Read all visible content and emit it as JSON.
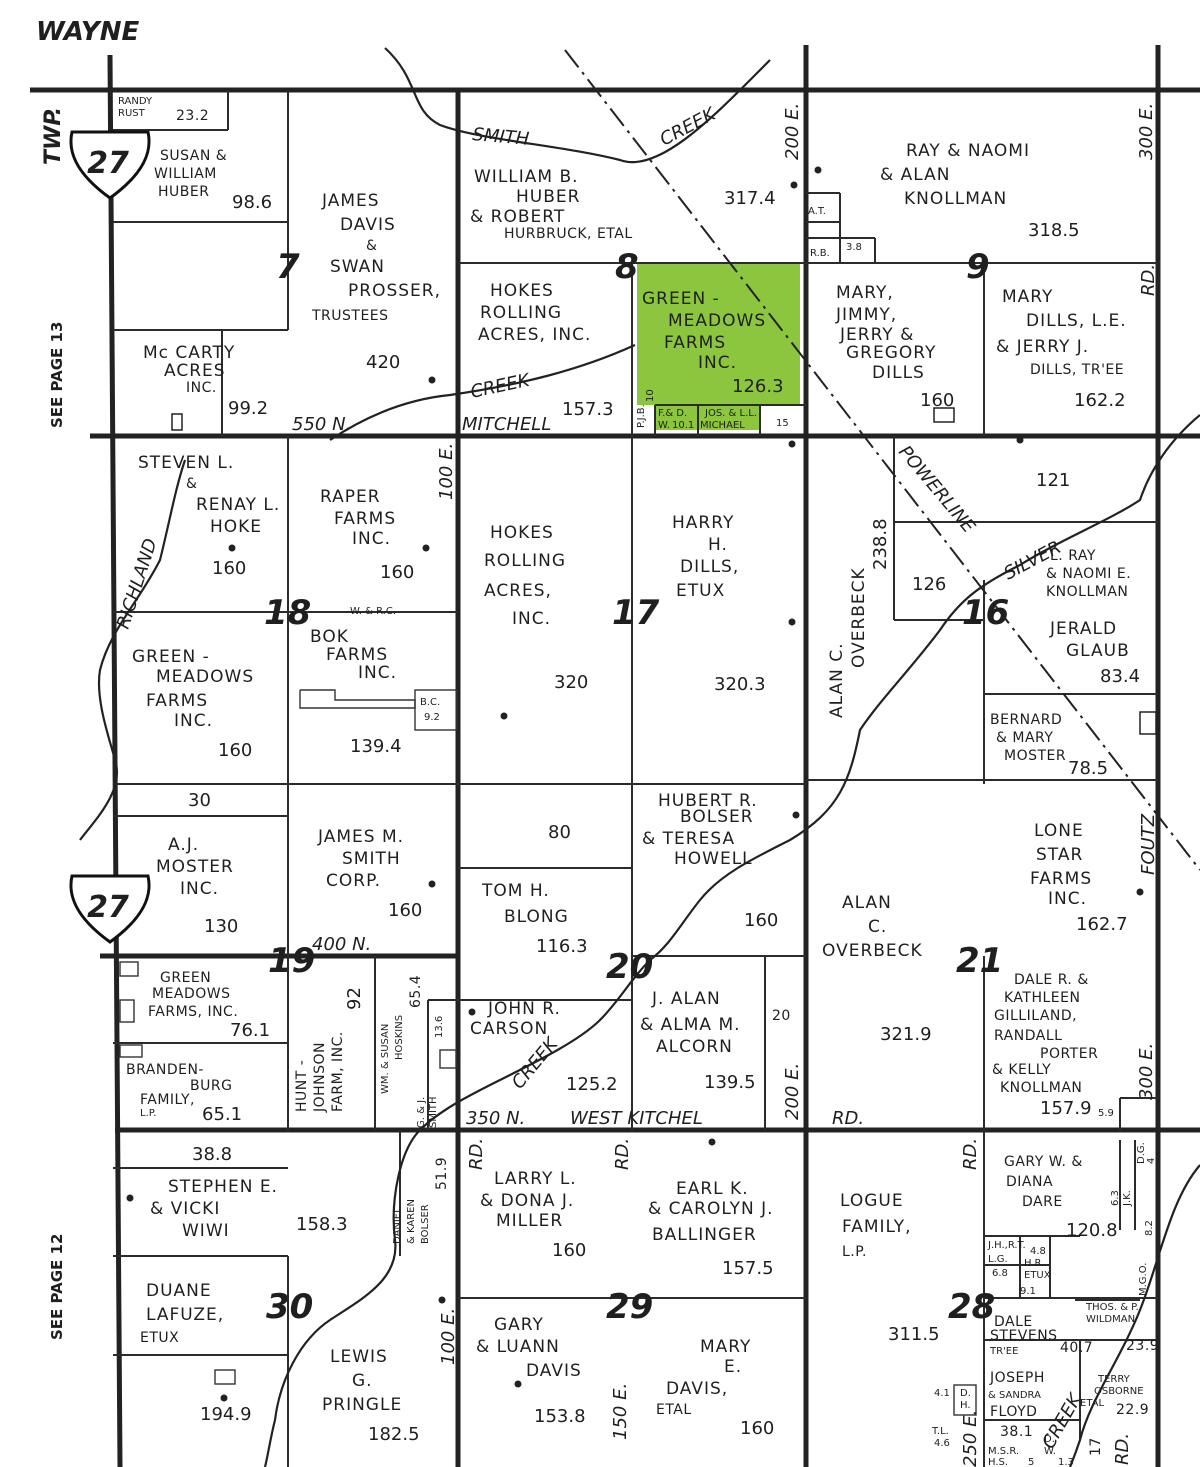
{
  "header": {
    "township": "WAYNE",
    "twp_label": "TWP."
  },
  "side_labels": {
    "upper": "SEE PAGE 13",
    "lower": "SEE PAGE 12"
  },
  "highways": [
    {
      "route": "27"
    },
    {
      "route": "27"
    }
  ],
  "highlight_color": "#8cc63f",
  "roads": {
    "r550n": "550 N.",
    "mitchell": "MITCHELL",
    "r400n": "400 N.",
    "r350n": "350 N.",
    "west_kitchel": "WEST  KITCHEL",
    "rd": "RD.",
    "r100e_upper": "100 E.",
    "r100e_lower": "100 E.",
    "r200e_upper": "200 E.",
    "r200e_lower": "200 E.",
    "r300e_upper": "300 E.",
    "r300e_lower": "300 E.",
    "r150e": "150 E.",
    "r250e": "250 E.",
    "foutz": "FOUTZ",
    "rd_a": "RD.",
    "rd_b": "RD.",
    "rd_c": "RD.",
    "rd_d": "RD.",
    "rd_e": "RD."
  },
  "features": {
    "smith_creek_a": "SMITH",
    "smith_creek_b": "CREEK",
    "mitchell_creek": "CREEK",
    "richland": "RICHLAND",
    "powerline": "POWERLINE",
    "silver": "SILVER",
    "creek_lower": "CREEK",
    "creek_bottom": "CREEK"
  },
  "sections": {
    "s7": "7",
    "s8": "8",
    "s9": "9",
    "s16": "16",
    "s17": "17",
    "s18": "18",
    "s19": "19",
    "s20": "20",
    "s21": "21",
    "s28": "28",
    "s29": "29",
    "s30": "30"
  },
  "parcels": {
    "randy_rust": {
      "l1": "RANDY",
      "l2": "RUST",
      "acres": "23.2"
    },
    "susan_huber": {
      "l1": "SUSAN &",
      "l2": "WILLIAM",
      "l3": "HUBER",
      "acres": "98.6"
    },
    "james_davis": {
      "l1": "JAMES",
      "l2": "DAVIS",
      "l3": "&",
      "l4": "SWAN",
      "l5": "PROSSER,",
      "l6": "TRUSTEES",
      "acres": "420"
    },
    "mccarty": {
      "l1": "Mc CARTY",
      "l2": "ACRES",
      "l3": "INC.",
      "acres": "99.2"
    },
    "william_huber": {
      "l1": "WILLIAM B.",
      "l2": "HUBER",
      "l3": "& ROBERT",
      "l4": "HURBRUCK, ETAL",
      "acres": "317.4"
    },
    "hokes_8": {
      "l1": "HOKES",
      "l2": "ROLLING",
      "l3": "ACRES, INC.",
      "acres": "157.3"
    },
    "green_meadows_8": {
      "l1": "GREEN -",
      "l2": "MEADOWS",
      "l3": "FARMS",
      "l4": "INC.",
      "acres": "126.3"
    },
    "pjb": {
      "l1": "P.J.B.",
      "acres": "10"
    },
    "fd_w": {
      "l1": "F.& D.",
      "l2": "W.",
      "acres": "10.1"
    },
    "jos_michael": {
      "l1": "JOS. & L.L.",
      "l2": "MICHAEL",
      "acres": "15"
    },
    "knollman_9": {
      "l1": "RAY & NAOMI",
      "l2": "&  ALAN",
      "l3": "KNOLLMAN",
      "acres": "318.5"
    },
    "at": {
      "l1": "A.T."
    },
    "rb": {
      "l1": "R.B.",
      "acres": "3.8"
    },
    "mary_jimmy": {
      "l1": "MARY,",
      "l2": "JIMMY,",
      "l3": "JERRY &",
      "l4": "GREGORY",
      "l5": "DILLS",
      "acres": "160"
    },
    "mary_dills": {
      "l1": "MARY",
      "l2": "DILLS, L.E.",
      "l3": "& JERRY J.",
      "l4": "DILLS, TR'EE",
      "acres": "162.2"
    },
    "steven_hoke": {
      "l1": "STEVEN L.",
      "l2": "&",
      "l3": "RENAY L.",
      "l4": "HOKE",
      "acres": "160"
    },
    "raper": {
      "l1": "RAPER",
      "l2": "FARMS",
      "l3": "INC.",
      "acres": "160"
    },
    "green_meadows_18": {
      "l1": "GREEN -",
      "l2": "MEADOWS",
      "l3": "FARMS",
      "l4": "INC.",
      "acres": "160"
    },
    "bok": {
      "l1": "BOK",
      "l2": "FARMS",
      "l3": "INC.",
      "acres": "139.4"
    },
    "wbrc": {
      "l1": "W. & R.C."
    },
    "bc": {
      "l1": "B.C.",
      "acres": "9.2"
    },
    "p30": {
      "acres": "30"
    },
    "hokes_17": {
      "l1": "HOKES",
      "l2": "ROLLING",
      "l3": "ACRES,",
      "l4": "INC.",
      "acres": "320"
    },
    "harry_dills": {
      "l1": "HARRY",
      "l2": "H.",
      "l3": "DILLS,",
      "l4": "ETUX",
      "acres": "320.3"
    },
    "alan_overbeck_16": {
      "l1": "ALAN C.",
      "l2": "OVERBECK",
      "acres": "238.8"
    },
    "p121": {
      "acres": "121"
    },
    "p126": {
      "acres": "126"
    },
    "ray_knollman": {
      "l1": "L. RAY",
      "l2": "& NAOMI E.",
      "l3": "KNOLLMAN"
    },
    "jerald_glaub": {
      "l1": "JERALD",
      "l2": "GLAUB",
      "acres": "83.4"
    },
    "bernard_moster": {
      "l1": "BERNARD",
      "l2": "& MARY",
      "l3": "MOSTER",
      "acres": "78.5"
    },
    "aj_moster": {
      "l1": "A.J.",
      "l2": "MOSTER",
      "l3": "INC.",
      "acres": "130"
    },
    "james_smith": {
      "l1": "JAMES M.",
      "l2": "SMITH",
      "l3": "CORP.",
      "acres": "160"
    },
    "p80": {
      "acres": "80"
    },
    "hubert_bolser": {
      "l1": "HUBERT R.",
      "l2": "BOLSER",
      "l3": "& TERESA",
      "l4": "HOWELL",
      "acres": "160"
    },
    "tom_blong": {
      "l1": "TOM H.",
      "l2": "BLONG",
      "acres": "116.3"
    },
    "alan_overbeck_21": {
      "l1": "ALAN",
      "l2": "C.",
      "l3": "OVERBECK",
      "acres": "321.9"
    },
    "lone_star": {
      "l1": "LONE",
      "l2": "STAR",
      "l3": "FARMS",
      "l4": "INC.",
      "acres": "162.7"
    },
    "green_meadows_19": {
      "l1": "GREEN",
      "l2": "MEADOWS",
      "l3": "FARMS, INC.",
      "acres": "76.1"
    },
    "brandenburg": {
      "l1": "BRANDEN-",
      "l2": "BURG",
      "l3": "FAMILY,",
      "l4": "L.P.",
      "acres": "65.1"
    },
    "hunt_johnson": {
      "l1": "HUNT -",
      "l2": "JOHNSON",
      "l3": "FARM, INC.",
      "acres": "92"
    },
    "hoskins": {
      "l1": "WM. & SUSAN",
      "l2": "HOSKINS",
      "acres": "65.4"
    },
    "p136": {
      "acres": "13.6"
    },
    "gsmith": {
      "l1": "G. & J.",
      "l2": "SMITH"
    },
    "john_carson": {
      "l1": "JOHN R.",
      "l2": "CARSON",
      "acres": "125.2"
    },
    "alan_alcorn": {
      "l1": "J. ALAN",
      "l2": "& ALMA M.",
      "l3": "ALCORN",
      "acres": "139.5"
    },
    "p20": {
      "acres": "20"
    },
    "dale_gilliland": {
      "l1": "DALE R. &",
      "l2": "KATHLEEN",
      "l3": "GILLILAND,",
      "l4": "RANDALL",
      "l5": "PORTER",
      "l6": "& KELLY",
      "l7": "KNOLLMAN",
      "acres": "157.9"
    },
    "p59": {
      "acres": "5.9"
    },
    "p38": {
      "acres": "38.8"
    },
    "stephen_wiwi": {
      "l1": "STEPHEN E.",
      "l2": "& VICKI",
      "l3": "WIWI",
      "acres": "158.3"
    },
    "daniel_bolser": {
      "l1": "DANIEL",
      "l2": "& KAREN",
      "l3": "BOLSER",
      "acres": "51.9"
    },
    "larry_miller": {
      "l1": "LARRY L.",
      "l2": "& DONA J.",
      "l3": "MILLER",
      "acres": "160"
    },
    "earl_ballinger": {
      "l1": "EARL K.",
      "l2": "& CAROLYN J.",
      "l3": "BALLINGER",
      "acres": "157.5"
    },
    "logue": {
      "l1": "LOGUE",
      "l2": "FAMILY,",
      "l3": "L.P.",
      "acres": "311.5"
    },
    "gary_dare": {
      "l1": "GARY W. &",
      "l2": "DIANA",
      "l3": "DARE",
      "acres": "120.8"
    },
    "dg": {
      "l1": "D.G.",
      "acres": "4"
    },
    "jk": {
      "l1": "J.K.",
      "acres": "6.3"
    },
    "jhrt": {
      "l1": "J.H.,R.T.",
      "acres": "4.8"
    },
    "lg": {
      "l1": "L.G.",
      "acres": "6.8"
    },
    "hr": {
      "l1": "H.R.",
      "l2": "ETUX",
      "acres": "9.1"
    },
    "mgo": {
      "l1": "M.G.O.",
      "acres": "8.2"
    },
    "thos_wildman": {
      "l1": "THOS. & P.",
      "l2": "WILDMAN",
      "acres": "23.9"
    },
    "dale_stevens": {
      "l1": "DALE",
      "l2": "STEVENS",
      "l3": "TR'EE",
      "acres": "40.7"
    },
    "joseph_floyd": {
      "l1": "JOSEPH",
      "l2": "& SANDRA",
      "l3": "FLOYD",
      "acres": "38.1"
    },
    "terry_osborne": {
      "l1": "TERRY",
      "l2": "OSBORNE",
      "l3": "ETAL",
      "acres": "22.9"
    },
    "dh": {
      "l1": "D.",
      "l2": "H.",
      "acres": "4.1"
    },
    "tl": {
      "l1": "T.L.",
      "acres": "4.6"
    },
    "msr": {
      "l1": "M.S.R.",
      "l2": "H.S.",
      "acres": "5"
    },
    "dw": {
      "l1": "D.",
      "l2": "W.",
      "acres": "1.3"
    },
    "p17": {
      "acres": "17"
    },
    "duane_lafuze": {
      "l1": "DUANE",
      "l2": "LAFUZE,",
      "l3": "ETUX",
      "acres": "194.9"
    },
    "lewis_pringle": {
      "l1": "LEWIS",
      "l2": "G.",
      "l3": "PRINGLE",
      "acres": "182.5"
    },
    "gary_davis": {
      "l1": "GARY",
      "l2": "& LUANN",
      "l3": "DAVIS",
      "acres": "153.8"
    },
    "mary_davis": {
      "l1": "MARY",
      "l2": "E.",
      "l3": "DAVIS,",
      "l4": "ETAL",
      "acres": "160"
    }
  }
}
